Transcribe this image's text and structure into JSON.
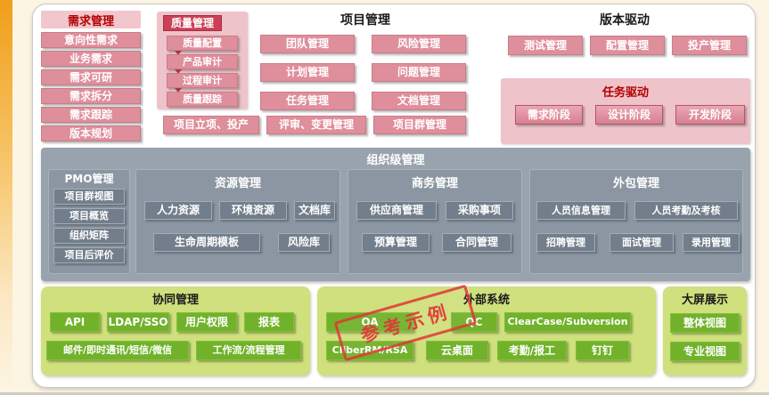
{
  "colors": {
    "salmon_node": "#df8e9b",
    "pink_panel": "#eec3ca",
    "red_title": "#b30000",
    "quality_header_bg": "#c94057",
    "gray_panel": "#99a3ae",
    "gray_subpanel": "#8b96a2",
    "gray_node": "#727e8b",
    "green_panel": "#cfe07d",
    "green_node": "#71b22a",
    "stamp_red": "#e23535",
    "left_strip_orange": "#f19e1a"
  },
  "stamp": "参考示例",
  "requirements": {
    "title": "需求管理",
    "items": [
      "意向性需求",
      "业务需求",
      "需求可研",
      "需求拆分",
      "需求跟踪",
      "版本规划"
    ]
  },
  "quality": {
    "title": "质量管理",
    "items": [
      "质量配置",
      "产品审计",
      "过程审计",
      "质量跟踪"
    ]
  },
  "project": {
    "title": "项目管理",
    "col1": [
      "团队管理",
      "计划管理",
      "任务管理"
    ],
    "col2": [
      "风险管理",
      "问题管理",
      "文档管理"
    ],
    "bottom": [
      "项目立项、投产",
      "评审、变更管理",
      "项目群管理"
    ]
  },
  "version_driven": {
    "title": "版本驱动",
    "items": [
      "测试管理",
      "配置管理",
      "投产管理"
    ]
  },
  "task_driven": {
    "title": "任务驱动",
    "items": [
      "需求阶段",
      "设计阶段",
      "开发阶段"
    ]
  },
  "org": {
    "title": "组织级管理",
    "pmo": {
      "title": "PMO管理",
      "items": [
        "项目群视图",
        "项目概览",
        "组织矩阵",
        "项目后评价"
      ]
    },
    "resource": {
      "title": "资源管理",
      "row1": [
        "人力资源",
        "环境资源",
        "文档库"
      ],
      "row2": [
        "生命周期模板",
        "风险库"
      ]
    },
    "business": {
      "title": "商务管理",
      "row1": [
        "供应商管理",
        "采购事项"
      ],
      "row2": [
        "预算管理",
        "合同管理"
      ]
    },
    "outsourcing": {
      "title": "外包管理",
      "row1": [
        "人员信息管理",
        "人员考勤及考核"
      ],
      "row2": [
        "招聘管理",
        "面试管理",
        "录用管理"
      ]
    }
  },
  "collaboration": {
    "title": "协同管理",
    "row1": [
      "API",
      "LDAP/SSO",
      "用户权限",
      "报表"
    ],
    "row2": [
      "邮件/即时通讯/短信/微信",
      "工作流/流程管理"
    ]
  },
  "external": {
    "title": "外部系统",
    "row1": [
      "OA",
      "QC",
      "ClearCase/Subversion"
    ],
    "row2": [
      "CliberRM/RSA",
      "云桌面",
      "考勤/报工",
      "钉钉"
    ]
  },
  "bigscreen": {
    "title": "大屏展示",
    "items": [
      "整体视图",
      "专业视图"
    ]
  }
}
